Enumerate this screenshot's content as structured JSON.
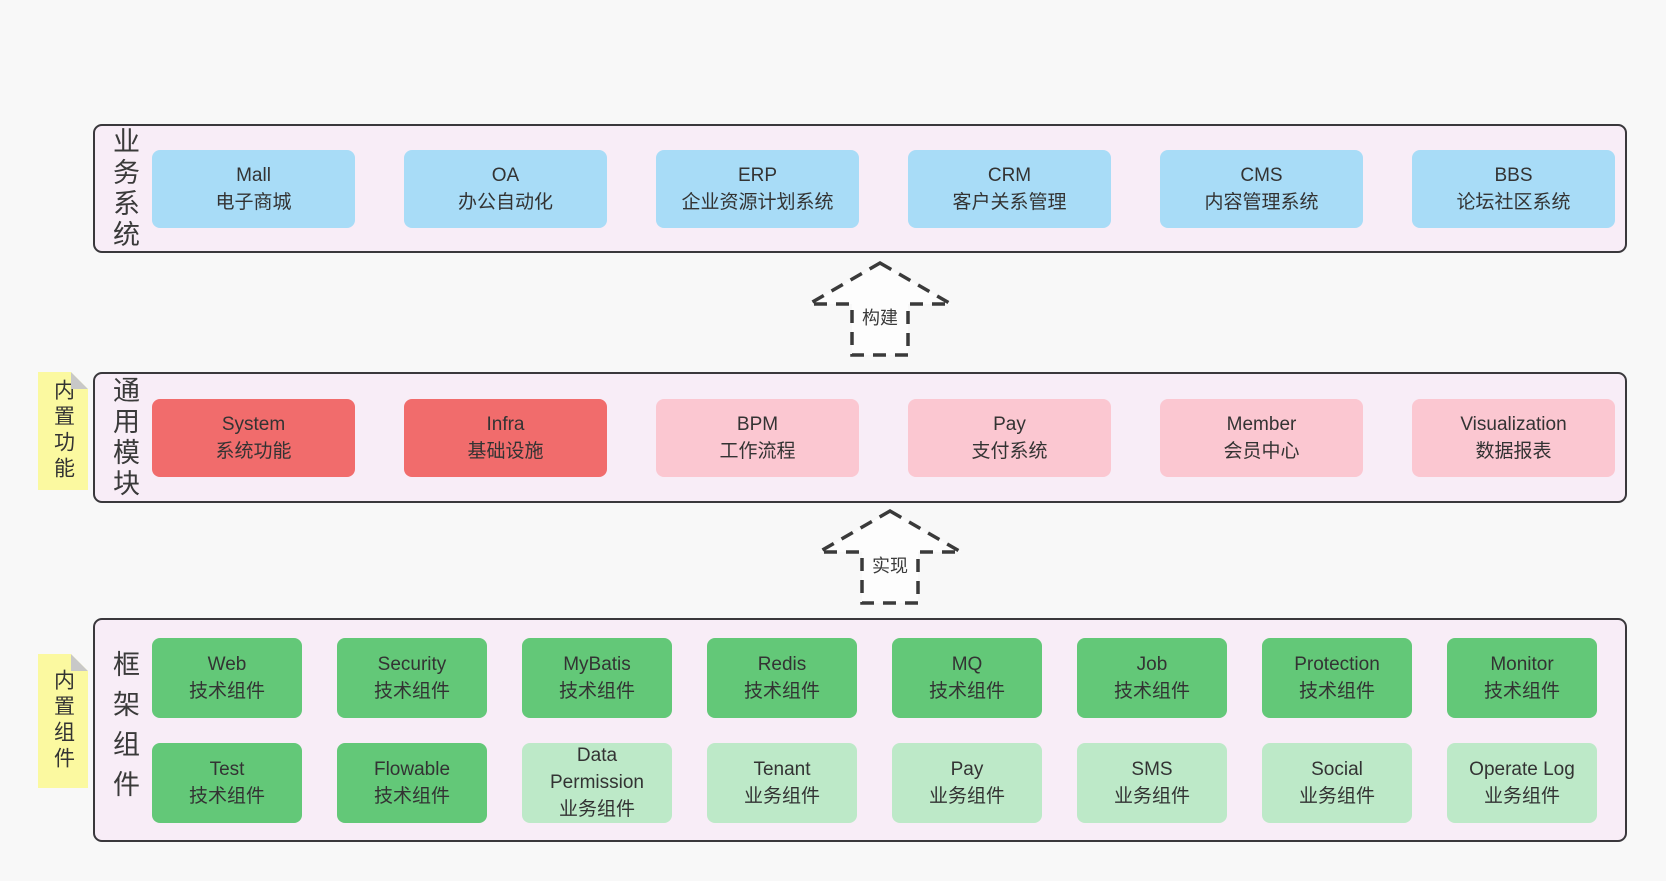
{
  "colors": {
    "canvas_background": "#f8f8f8",
    "container_background": "#f8edf7",
    "container_border": "#3a383c",
    "box_blue": "#a8dcf7",
    "box_red": "#f16c6c",
    "box_pink": "#fbc7d1",
    "box_green": "#63c878",
    "box_light_green": "#bde9c8",
    "note_yellow": "#fbf9a0",
    "note_fold_gray": "#c8c8c8",
    "text": "#333333",
    "arrow_stroke": "#3a3a3a"
  },
  "notes": [
    {
      "label": "内置功能"
    },
    {
      "label": "内置组件"
    }
  ],
  "arrows": [
    {
      "label": "构建"
    },
    {
      "label": "实现"
    }
  ],
  "layers": [
    {
      "label": "业务系统",
      "boxes": [
        {
          "title": "Mall",
          "subtitle": "电子商城",
          "color": "blue"
        },
        {
          "title": "OA",
          "subtitle": "办公自动化",
          "color": "blue"
        },
        {
          "title": "ERP",
          "subtitle": "企业资源计划系统",
          "color": "blue"
        },
        {
          "title": "CRM",
          "subtitle": "客户关系管理",
          "color": "blue"
        },
        {
          "title": "CMS",
          "subtitle": "内容管理系统",
          "color": "blue"
        },
        {
          "title": "BBS",
          "subtitle": "论坛社区系统",
          "color": "blue"
        }
      ]
    },
    {
      "label": "通用模块",
      "boxes": [
        {
          "title": "System",
          "subtitle": "系统功能",
          "color": "red"
        },
        {
          "title": "Infra",
          "subtitle": "基础设施",
          "color": "red"
        },
        {
          "title": "BPM",
          "subtitle": "工作流程",
          "color": "pink"
        },
        {
          "title": "Pay",
          "subtitle": "支付系统",
          "color": "pink"
        },
        {
          "title": "Member",
          "subtitle": "会员中心",
          "color": "pink"
        },
        {
          "title": "Visualization",
          "subtitle": "数据报表",
          "color": "pink"
        }
      ]
    },
    {
      "label": "框架组件",
      "rows": [
        [
          {
            "title": "Web",
            "subtitle": "技术组件",
            "color": "green"
          },
          {
            "title": "Security",
            "subtitle": "技术组件",
            "color": "green"
          },
          {
            "title": "MyBatis",
            "subtitle": "技术组件",
            "color": "green"
          },
          {
            "title": "Redis",
            "subtitle": "技术组件",
            "color": "green"
          },
          {
            "title": "MQ",
            "subtitle": "技术组件",
            "color": "green"
          },
          {
            "title": "Job",
            "subtitle": "技术组件",
            "color": "green"
          },
          {
            "title": "Protection",
            "subtitle": "技术组件",
            "color": "green"
          },
          {
            "title": "Monitor",
            "subtitle": "技术组件",
            "color": "green"
          }
        ],
        [
          {
            "title": "Test",
            "subtitle": "技术组件",
            "color": "green"
          },
          {
            "title": "Flowable",
            "subtitle": "技术组件",
            "color": "green"
          },
          {
            "title": "Data Permission",
            "subtitle": "业务组件",
            "color": "light-green"
          },
          {
            "title": "Tenant",
            "subtitle": "业务组件",
            "color": "light-green"
          },
          {
            "title": "Pay",
            "subtitle": "业务组件",
            "color": "light-green"
          },
          {
            "title": "SMS",
            "subtitle": "业务组件",
            "color": "light-green"
          },
          {
            "title": "Social",
            "subtitle": "业务组件",
            "color": "light-green"
          },
          {
            "title": "Operate Log",
            "subtitle": "业务组件",
            "color": "light-green"
          }
        ]
      ]
    }
  ]
}
